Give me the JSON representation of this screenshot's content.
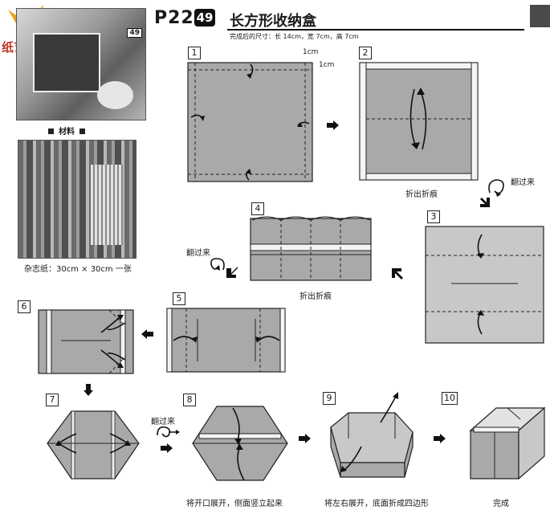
{
  "header": {
    "page": "P22",
    "badge": "49",
    "title": "长方形收纳盒",
    "subtitle": "完成后的尺寸：长 14cm，宽 7cm，高 7cm"
  },
  "brand": {
    "text": "纸艺网"
  },
  "photo_badge": "49",
  "materials": {
    "heading": "材料",
    "caption": "杂志纸：30cm × 30cm  一张"
  },
  "steps": {
    "s1": {
      "num": "1",
      "dim_a": "1cm",
      "dim_b": "1cm"
    },
    "s2": {
      "num": "2",
      "caption": "折出折痕"
    },
    "s3": {
      "num": "3",
      "flip": "翻过来"
    },
    "s4": {
      "num": "4",
      "caption": "折出折痕"
    },
    "s5": {
      "num": "5",
      "flip": "翻过来"
    },
    "s6": {
      "num": "6"
    },
    "s7": {
      "num": "7"
    },
    "s8": {
      "num": "8",
      "flip": "翻过来",
      "caption": "将开口展开，侧面竖立起来"
    },
    "s9": {
      "num": "9",
      "caption": "将左右展开，底面折成四边形"
    },
    "s10": {
      "num": "10",
      "caption": "完成"
    }
  }
}
